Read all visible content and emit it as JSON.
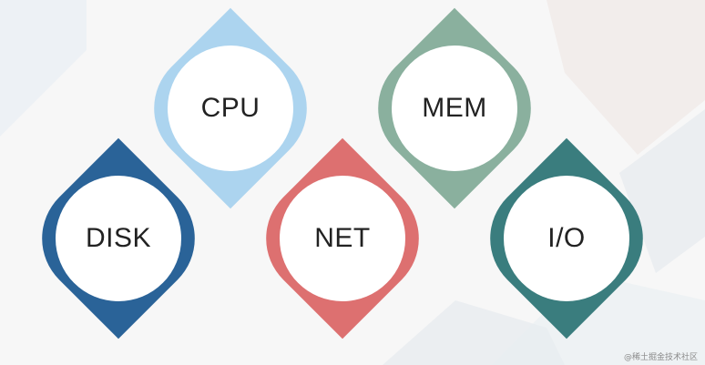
{
  "nodes": [
    {
      "id": "cpu",
      "label": "CPU",
      "color": "#acd4ef"
    },
    {
      "id": "mem",
      "label": "MEM",
      "color": "#8ab09e"
    },
    {
      "id": "disk",
      "label": "DISK",
      "color": "#2a6398"
    },
    {
      "id": "net",
      "label": "NET",
      "color": "#dd7070"
    },
    {
      "id": "io",
      "label": "I/O",
      "color": "#3a7d7e"
    }
  ],
  "watermark": "@稀土掘金技术社区",
  "colors": {
    "background": "#f7f7f7",
    "circle_fill": "#ffffff",
    "label_text": "#222222"
  }
}
